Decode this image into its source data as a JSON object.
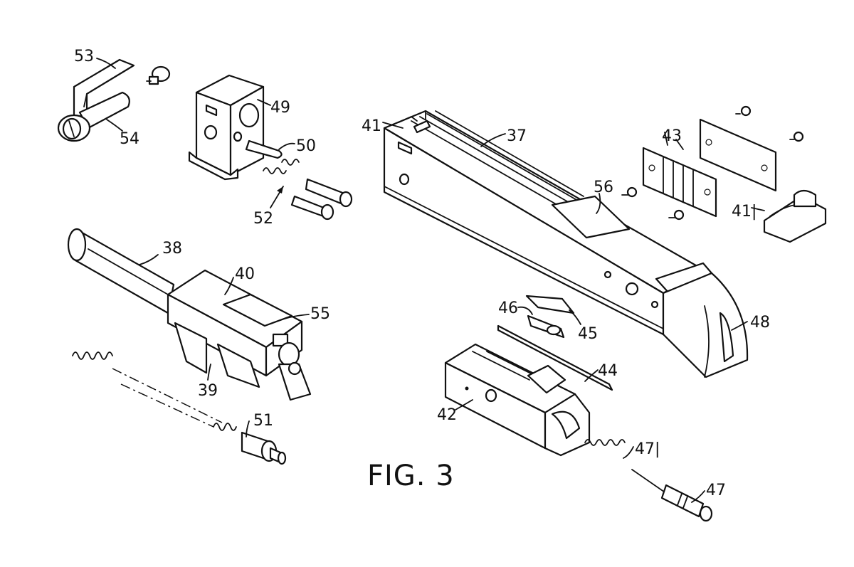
{
  "figure": {
    "caption": "FIG. 3",
    "labels": {
      "53": "53",
      "54": "54",
      "49": "49",
      "50": "50",
      "52": "52",
      "41": "41",
      "37": "37",
      "43": "43",
      "56": "56",
      "41p": "41|",
      "38": "38",
      "40": "40",
      "55": "55",
      "39": "39",
      "51": "51",
      "46": "46",
      "45": "45",
      "48": "48",
      "44": "44",
      "42": "42",
      "47p": "47|",
      "47": "47"
    }
  }
}
